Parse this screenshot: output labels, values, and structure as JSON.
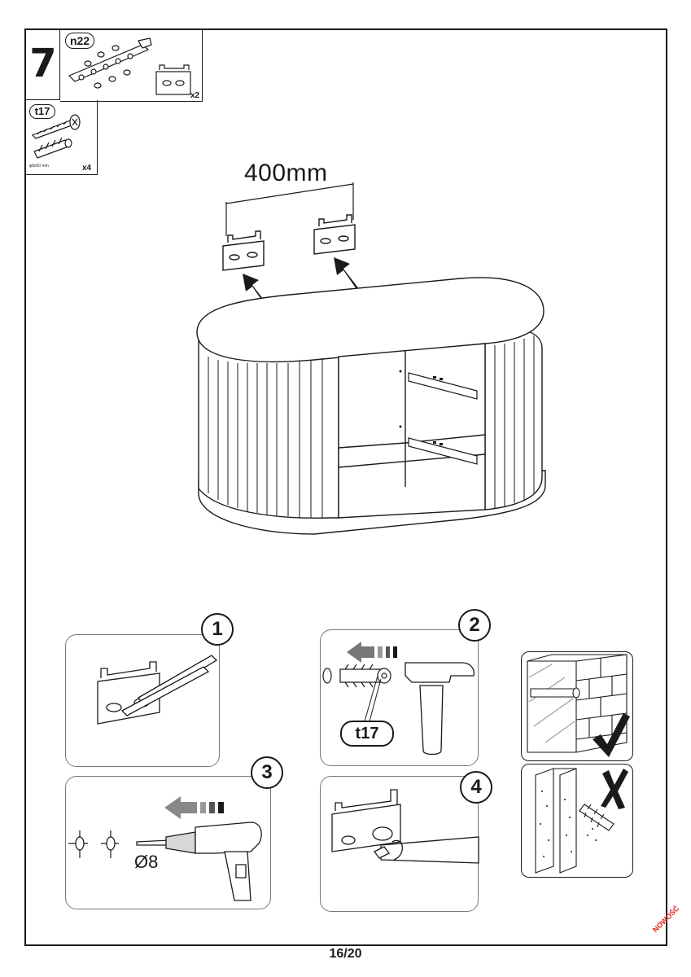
{
  "step": {
    "number": "7"
  },
  "parts": [
    {
      "code": "n22",
      "quantity": "x2"
    },
    {
      "code": "t17",
      "quantity": "x4",
      "size_note": "φ8x50 mm"
    }
  ],
  "dimension": {
    "label": "400mm"
  },
  "substeps": [
    {
      "number": "1"
    },
    {
      "number": "2",
      "part_code": "t17"
    },
    {
      "number": "3",
      "drill_label": "Ø8"
    },
    {
      "number": "4"
    }
  ],
  "wall_types": [
    {
      "name": "brick-wall",
      "status_icon": "check-icon"
    },
    {
      "name": "drywall",
      "status_icon": "cross-icon"
    }
  ],
  "footer": {
    "page": "16/20",
    "stamp": "NOWOŚĆ"
  },
  "colors": {
    "line": "#1a1a1a",
    "panel_border": "#777777",
    "stamp": "#e0201b"
  }
}
